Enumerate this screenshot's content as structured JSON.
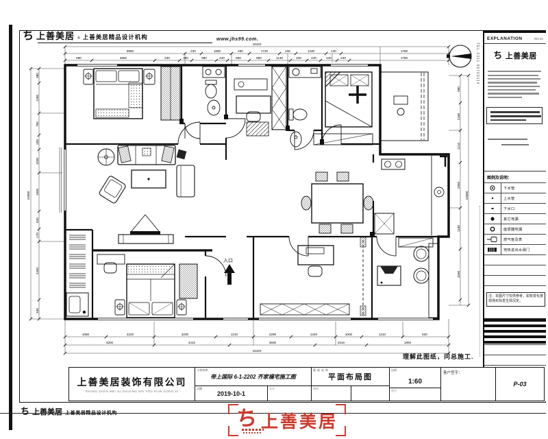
{
  "header": {
    "brand_glyph": "ち",
    "brand_name": "上善美居",
    "brand_reg": "®",
    "org_text": "上善美居精品设计机构",
    "website": "www.jhs99.com."
  },
  "right_panel": {
    "explanation_label": "EXPLANATION",
    "explanation_no": "NO.21",
    "brand_glyph": "ち",
    "brand_name": "上善美居",
    "tel_vertical": "TEL.0311 86769114",
    "legend_title": "图例及说明：",
    "legend": [
      {
        "icon": "drain-pipe-icon",
        "label": "下水管"
      },
      {
        "icon": "supply-pipe-icon",
        "label": "上水管"
      },
      {
        "icon": "drain-outlet-icon",
        "label": "下水口"
      },
      {
        "icon": "floor-drain-icon",
        "label": "其它地漏"
      },
      {
        "icon": "toilet-drain-icon",
        "label": "座便器地漏"
      },
      {
        "icon": "gas-meter-icon",
        "label": "燃气管及表"
      },
      {
        "icon": "heating-valve-icon",
        "label": "地热进出水阀门"
      }
    ],
    "note_text": "注：本图尺寸仅供参考，如有变化按现场实际发生情况定。"
  },
  "plan": {
    "entrance_label": "入口",
    "site_note": "理解此图纸，问总施工.",
    "dim_lines": [
      [
        65,
        13,
        625,
        13
      ],
      [
        65,
        23,
        625,
        23
      ],
      [
        65,
        33,
        625,
        33
      ],
      [
        65,
        436,
        625,
        436
      ],
      [
        65,
        448,
        625,
        448
      ],
      [
        65,
        460,
        625,
        460
      ],
      [
        15,
        45,
        15,
        410
      ],
      [
        27,
        45,
        27,
        410
      ],
      [
        642,
        55,
        642,
        390
      ],
      [
        654,
        55,
        654,
        390
      ],
      [
        65,
        13,
        65,
        40
      ],
      [
        240,
        23,
        240,
        40
      ],
      [
        308,
        23,
        308,
        40
      ],
      [
        390,
        23,
        390,
        40
      ],
      [
        455,
        23,
        455,
        40
      ],
      [
        525,
        13,
        525,
        40
      ],
      [
        625,
        13,
        625,
        40
      ],
      [
        65,
        410,
        65,
        460
      ],
      [
        195,
        410,
        195,
        448
      ],
      [
        340,
        410,
        340,
        448
      ],
      [
        460,
        410,
        460,
        448
      ],
      [
        558,
        410,
        558,
        436
      ],
      [
        625,
        410,
        625,
        460
      ],
      [
        15,
        45,
        65,
        45
      ],
      [
        27,
        110,
        65,
        110
      ],
      [
        27,
        197,
        65,
        197
      ],
      [
        27,
        297,
        65,
        297
      ],
      [
        15,
        410,
        65,
        410
      ],
      [
        625,
        55,
        654,
        55
      ],
      [
        625,
        135,
        642,
        135
      ],
      [
        625,
        248,
        642,
        248
      ],
      [
        625,
        390,
        654,
        390
      ]
    ],
    "dim_ticks": [
      [
        65,
        13
      ],
      [
        625,
        13
      ],
      [
        65,
        23
      ],
      [
        240,
        23
      ],
      [
        264,
        23
      ],
      [
        308,
        23
      ],
      [
        334,
        23
      ],
      [
        378,
        23
      ],
      [
        402,
        23
      ],
      [
        446,
        23
      ],
      [
        468,
        23
      ],
      [
        625,
        23
      ],
      [
        65,
        33
      ],
      [
        104,
        33
      ],
      [
        196,
        33
      ],
      [
        232,
        33
      ],
      [
        250,
        33
      ],
      [
        286,
        33
      ],
      [
        302,
        33
      ],
      [
        334,
        33
      ],
      [
        362,
        33
      ],
      [
        394,
        33
      ],
      [
        418,
        33
      ],
      [
        438,
        33
      ],
      [
        462,
        33
      ],
      [
        480,
        33
      ],
      [
        625,
        33
      ],
      [
        65,
        436
      ],
      [
        125,
        436
      ],
      [
        195,
        436
      ],
      [
        285,
        436
      ],
      [
        340,
        436
      ],
      [
        395,
        436
      ],
      [
        460,
        436
      ],
      [
        498,
        436
      ],
      [
        558,
        436
      ],
      [
        625,
        436
      ],
      [
        65,
        448
      ],
      [
        195,
        448
      ],
      [
        305,
        448
      ],
      [
        430,
        448
      ],
      [
        505,
        448
      ],
      [
        625,
        448
      ],
      [
        65,
        460
      ],
      [
        625,
        460
      ],
      [
        27,
        45
      ],
      [
        27,
        66
      ],
      [
        27,
        110
      ],
      [
        27,
        142
      ],
      [
        27,
        163
      ],
      [
        27,
        197
      ],
      [
        27,
        253
      ],
      [
        27,
        279
      ],
      [
        27,
        297
      ],
      [
        27,
        382
      ],
      [
        27,
        410
      ],
      [
        15,
        45
      ],
      [
        15,
        410
      ],
      [
        642,
        55
      ],
      [
        642,
        95
      ],
      [
        642,
        135
      ],
      [
        642,
        182
      ],
      [
        642,
        248
      ],
      [
        642,
        308
      ],
      [
        642,
        382
      ],
      [
        654,
        55
      ],
      [
        654,
        390
      ]
    ],
    "dim_labels": [
      [
        345,
        11,
        "15420",
        0
      ],
      [
        160,
        21,
        "6890",
        0
      ],
      [
        252,
        21,
        "230",
        0
      ],
      [
        287,
        21,
        "1880",
        0
      ],
      [
        321,
        21,
        "290",
        0
      ],
      [
        356,
        21,
        "1730",
        0
      ],
      [
        390,
        21,
        "230",
        0
      ],
      [
        424,
        21,
        "1430",
        0
      ],
      [
        457,
        21,
        "140",
        0
      ],
      [
        560,
        21,
        "1780",
        0
      ],
      [
        85,
        31,
        "880",
        0
      ],
      [
        150,
        31,
        "4850",
        0
      ],
      [
        214,
        31,
        "230",
        0
      ],
      [
        241,
        31,
        "380",
        0
      ],
      [
        268,
        31,
        "980",
        0
      ],
      [
        294,
        31,
        "240",
        0
      ],
      [
        318,
        31,
        "850",
        0
      ],
      [
        348,
        31,
        "980",
        0
      ],
      [
        378,
        31,
        "1130",
        0
      ],
      [
        406,
        31,
        "230",
        0
      ],
      [
        428,
        31,
        "440",
        0
      ],
      [
        450,
        31,
        "440",
        0
      ],
      [
        471,
        31,
        "240",
        0
      ],
      [
        560,
        31,
        "1780",
        0
      ],
      [
        95,
        434,
        "1080",
        0
      ],
      [
        160,
        434,
        "2220",
        0
      ],
      [
        240,
        434,
        "3200",
        0
      ],
      [
        312,
        434,
        "1210",
        0
      ],
      [
        368,
        434,
        "2290",
        0
      ],
      [
        428,
        434,
        "1340",
        0
      ],
      [
        479,
        434,
        "1000",
        0
      ],
      [
        528,
        434,
        "1310",
        0
      ],
      [
        590,
        434,
        "620",
        0
      ],
      [
        130,
        446,
        "3300",
        0
      ],
      [
        250,
        446,
        "4410",
        0
      ],
      [
        368,
        446,
        "3500",
        0
      ],
      [
        468,
        446,
        "2310",
        0
      ],
      [
        565,
        446,
        "1900",
        0
      ],
      [
        345,
        458,
        "15420",
        0
      ],
      [
        13,
        230,
        "10080",
        1
      ],
      [
        26,
        55,
        "380",
        1
      ],
      [
        26,
        88,
        "1280",
        1
      ],
      [
        26,
        126,
        "750",
        1
      ],
      [
        26,
        152,
        "200",
        1
      ],
      [
        26,
        180,
        "1030",
        1
      ],
      [
        26,
        225,
        "1900",
        1
      ],
      [
        26,
        266,
        "620",
        1
      ],
      [
        26,
        288,
        "170",
        1
      ],
      [
        26,
        340,
        "2440",
        1
      ],
      [
        26,
        398,
        "440",
        1
      ],
      [
        641,
        75,
        "990",
        1
      ],
      [
        641,
        115,
        "2160",
        1
      ],
      [
        641,
        158,
        "1210",
        1
      ],
      [
        641,
        215,
        "2950",
        1
      ],
      [
        641,
        278,
        "1180",
        1
      ],
      [
        641,
        345,
        "1590",
        1
      ],
      [
        653,
        230,
        "10080",
        1
      ]
    ]
  },
  "title_block": {
    "company": "上善美居装饰有限公司",
    "company_pinyin": "SHANG SHAN MEI JU ZHUANG SHI YOU XIAN GONG SI",
    "project": "帝上国际 6-1-2202  齐家福宅施工图",
    "date": "2019-10-1",
    "drawing_name": "平面布局图",
    "scale": "1:60",
    "client_sign_label": "客户签字：",
    "sheet_no": "P-03",
    "labels": {
      "project": "工程名称",
      "date": "日期",
      "drawing": "图纸名称",
      "scale": "比例",
      "sheet": "图号",
      "design": "设计",
      "check": "审核"
    }
  },
  "footer": {
    "brand_glyph": "ち",
    "brand_name": "上善美居",
    "org_text": "上善美居精品设计机构",
    "stamp_glyph": "ち",
    "stamp_text": "上善美居"
  }
}
